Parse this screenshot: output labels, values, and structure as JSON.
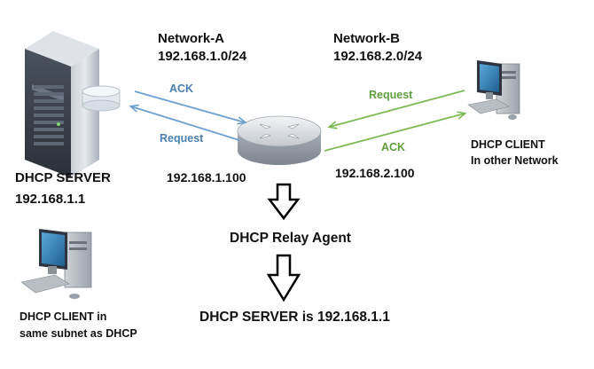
{
  "network_a": {
    "name": "Network-A",
    "subnet": "192.168.1.0/24"
  },
  "network_b": {
    "name": "Network-B",
    "subnet": "192.168.2.0/24"
  },
  "server": {
    "title": "DHCP SERVER",
    "ip": "192.168.1.1"
  },
  "router": {
    "ip_a": "192.168.1.100",
    "ip_b": "192.168.2.100"
  },
  "arrows_a": {
    "ack": "ACK",
    "request": "Request"
  },
  "arrows_b": {
    "request": "Request",
    "ack": "ACK"
  },
  "client_remote": {
    "line1": "DHCP CLIENT",
    "line2": "In other Network"
  },
  "client_local": {
    "line1": "DHCP CLIENT in",
    "line2": "same subnet as DHCP"
  },
  "flow": {
    "agent": "DHCP Relay Agent",
    "result": "DHCP SERVER is 192.168.1.1"
  },
  "colors": {
    "blue_arrow": "#6a9fd0",
    "green_arrow": "#7fb956",
    "blue_text": "#4a7fb0",
    "green_text": "#5f9e3c"
  }
}
